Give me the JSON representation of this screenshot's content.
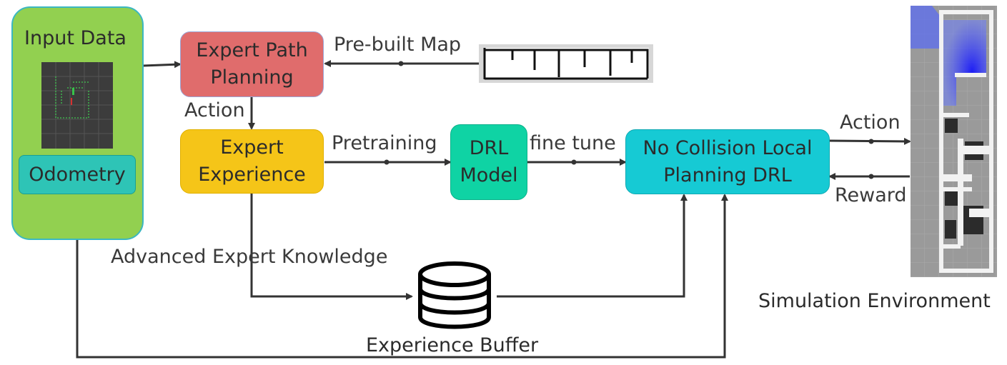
{
  "input_panel": {
    "title": "Input Data",
    "odometry": "Odometry",
    "lidar_icon": "lidar-scan-icon"
  },
  "boxes": {
    "expert_path_planning": "Expert Path\nPlanning",
    "expert_experience": "Expert\nExperience",
    "drl_model": "DRL\nModel",
    "local_planning": "No Collision Local\nPlanning DRL"
  },
  "labels": {
    "prebuilt_map": "Pre-built Map",
    "action_left": "Action",
    "pretraining": "Pretraining",
    "fine_tune": "fine tune",
    "action_right": "Action",
    "reward": "Reward",
    "advanced_expert_knowledge": "Advanced Expert Knowledge",
    "experience_buffer": "Experience Buffer",
    "simulation_environment": "Simulation Environment"
  },
  "icons": {
    "map": "map-icon",
    "database": "database-icon",
    "simulation": "simulation-view-icon"
  },
  "colors": {
    "input_panel": "#92d050",
    "odometry": "#2ec4b6",
    "expert_path_planning": "#e06c6c",
    "expert_experience": "#f5c518",
    "drl_model": "#0fd3a4",
    "local_planning": "#16cad4",
    "arrow": "#333333"
  }
}
